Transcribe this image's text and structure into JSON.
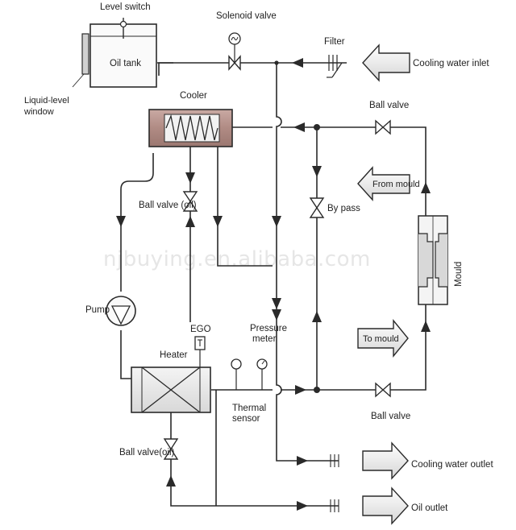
{
  "labels": {
    "level_switch": "Level switch",
    "oil_tank": "Oil tank",
    "liquid_level_1": "Liquid-level",
    "liquid_level_2": "window",
    "solenoid_valve": "Solenoid valve",
    "filter": "Filter",
    "cooling_water_inlet": "Cooling water inlet",
    "cooler": "Cooler",
    "ball_valve_top": "Ball valve",
    "from_mould": "From mould",
    "ball_valve_oil_mid": "Ball valve (oil)",
    "by_pass": "By pass",
    "mould": "Mould",
    "pump": "Pump",
    "ego": "EGO",
    "pressure_1": "Pressure",
    "pressure_2": "meter",
    "heater": "Heater",
    "to_mould": "To mould",
    "thermal_1": "Thermal",
    "thermal_2": "sensor",
    "ball_valve_bottom": "Ball valve",
    "ball_valve_oil_low": "Ball valve(oil)",
    "cooling_water_outlet": "Cooling water outlet",
    "oil_outlet": "Oil outlet"
  },
  "watermark": "njbuying.en.alibaba.com"
}
